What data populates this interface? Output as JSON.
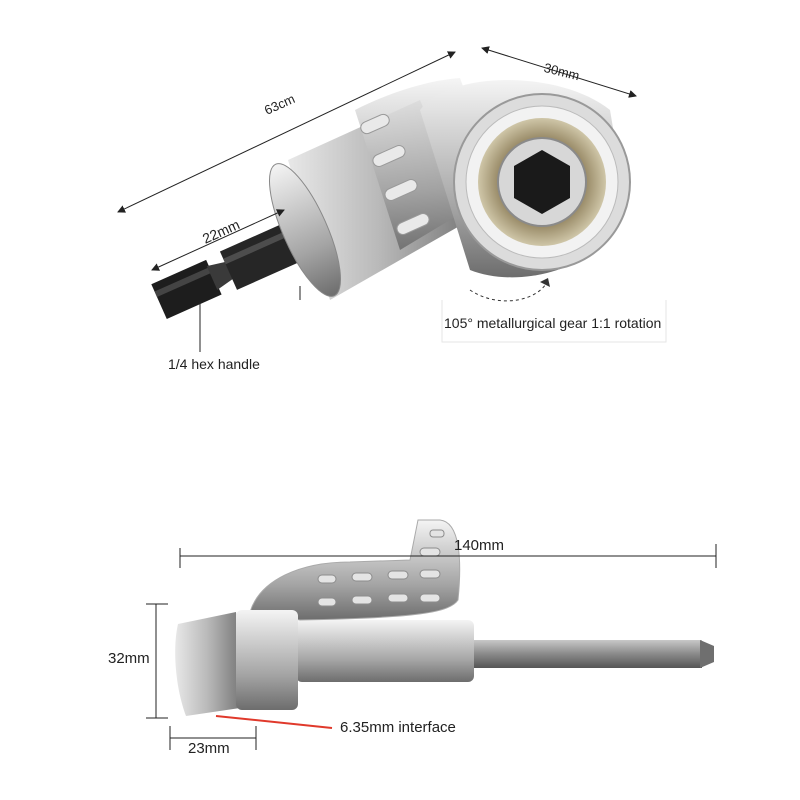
{
  "top_view": {
    "total_length_label": "63cm",
    "head_width_label": "30mm",
    "hex_length_label": "22mm",
    "gear_label": "105° metallurgical gear 1:1 rotation",
    "handle_label": "1/4 hex handle"
  },
  "side_view": {
    "length_label": "140mm",
    "height_label": "32mm",
    "depth_label": "23mm",
    "interface_label": "6.35mm interface",
    "interface_pointer_color": "#e0392b"
  }
}
